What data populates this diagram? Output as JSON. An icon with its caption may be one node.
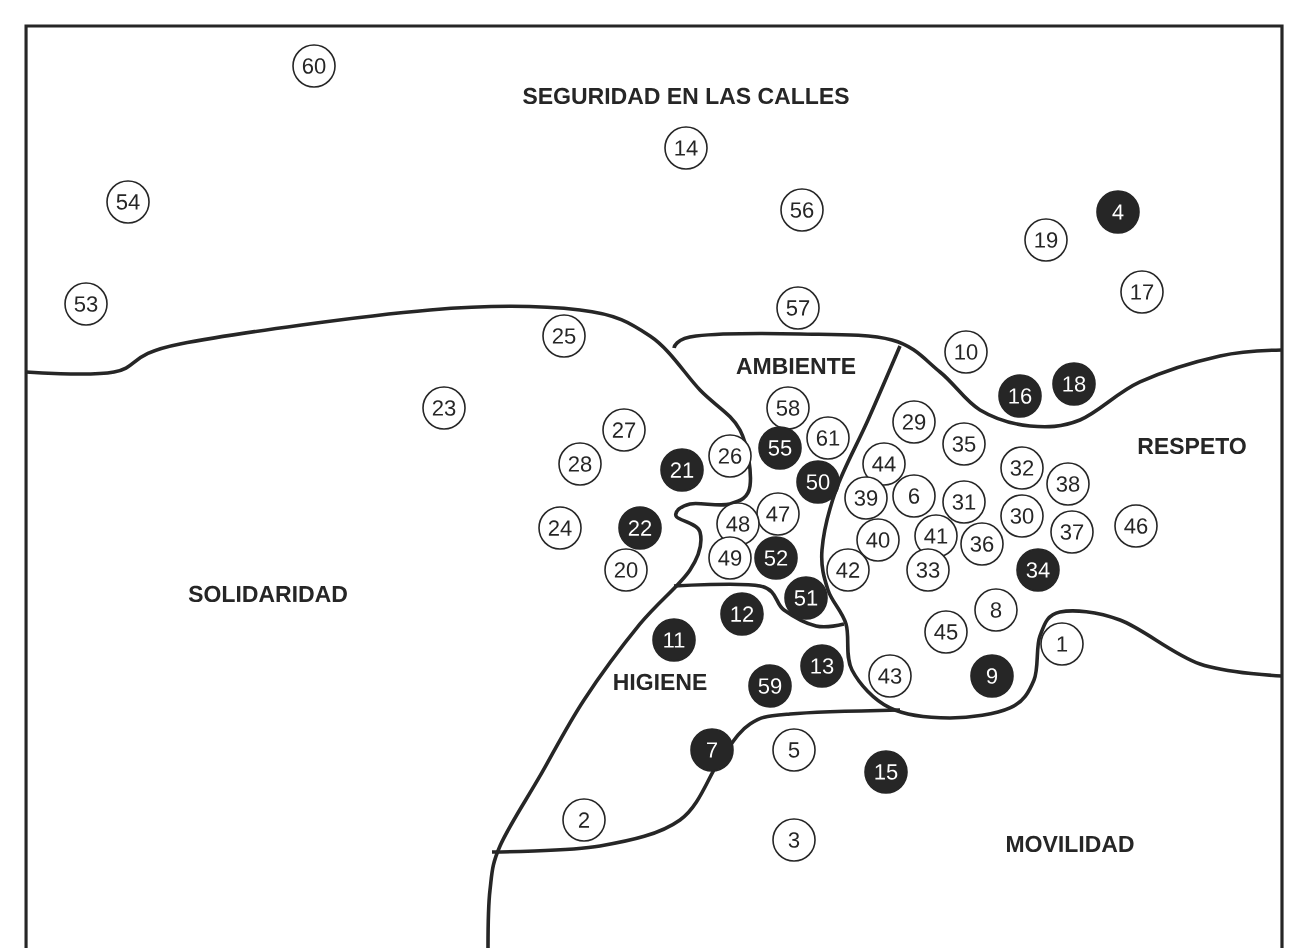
{
  "diagram": {
    "nodes": [
      {
        "text": [
          "60"
        ]
      },
      {
        "text": [
          "14"
        ]
      },
      {
        "text": [
          "54"
        ]
      },
      {
        "text": [
          "56"
        ]
      },
      {
        "text": [
          "4"
        ]
      },
      {
        "text": [
          "19"
        ]
      },
      {
        "text": [
          "17"
        ]
      },
      {
        "text": [
          "53"
        ]
      },
      {
        "text": [
          "57"
        ]
      },
      {
        "text": [
          "25"
        ]
      },
      {
        "text": [
          "10"
        ]
      },
      {
        "text": [
          "18"
        ]
      },
      {
        "text": [
          "16"
        ]
      },
      {
        "text": [
          "23"
        ]
      },
      {
        "text": [
          "58"
        ]
      },
      {
        "text": [
          "29"
        ]
      },
      {
        "text": [
          "27"
        ]
      },
      {
        "text": [
          "61"
        ]
      },
      {
        "text": [
          "35"
        ]
      },
      {
        "text": [
          "55"
        ]
      },
      {
        "text": [
          "26"
        ]
      },
      {
        "text": [
          "28"
        ]
      },
      {
        "text": [
          "44"
        ]
      },
      {
        "text": [
          "32"
        ]
      },
      {
        "text": [
          "21"
        ]
      },
      {
        "text": [
          "50"
        ]
      },
      {
        "text": [
          "38"
        ]
      },
      {
        "text": [
          "6"
        ]
      },
      {
        "text": [
          "39"
        ]
      },
      {
        "text": [
          "31"
        ]
      },
      {
        "text": [
          "47"
        ]
      },
      {
        "text": [
          "30"
        ]
      },
      {
        "text": [
          "48"
        ]
      },
      {
        "text": [
          "46"
        ]
      },
      {
        "text": [
          "24"
        ]
      },
      {
        "text": [
          "22"
        ]
      },
      {
        "text": [
          "37"
        ]
      },
      {
        "text": [
          "41"
        ]
      },
      {
        "text": [
          "40"
        ]
      },
      {
        "text": [
          "36"
        ]
      },
      {
        "text": [
          "52"
        ]
      },
      {
        "text": [
          "49"
        ]
      },
      {
        "text": [
          "20"
        ]
      },
      {
        "text": [
          "42"
        ]
      },
      {
        "text": [
          "33"
        ]
      },
      {
        "text": [
          "34"
        ]
      },
      {
        "text": [
          "51"
        ]
      },
      {
        "text": [
          "8"
        ]
      },
      {
        "text": [
          "12"
        ]
      },
      {
        "text": [
          "45"
        ]
      },
      {
        "text": [
          "11"
        ]
      },
      {
        "text": [
          "1"
        ]
      },
      {
        "text": [
          "13"
        ]
      },
      {
        "text": [
          "43"
        ]
      },
      {
        "text": [
          "9"
        ]
      },
      {
        "text": [
          "59"
        ]
      },
      {
        "text": [
          "7"
        ]
      },
      {
        "text": [
          "5"
        ]
      },
      {
        "text": [
          "15"
        ]
      },
      {
        "text": [
          "2"
        ]
      },
      {
        "text": [
          "3"
        ]
      }
    ],
    "labels": [
      "SEGURIDAD EN LAS CALLES",
      "AMBIENTE",
      "RESPETO",
      "SOLIDARIDAD",
      "HIGIENE",
      "MOVILIDAD"
    ]
  }
}
